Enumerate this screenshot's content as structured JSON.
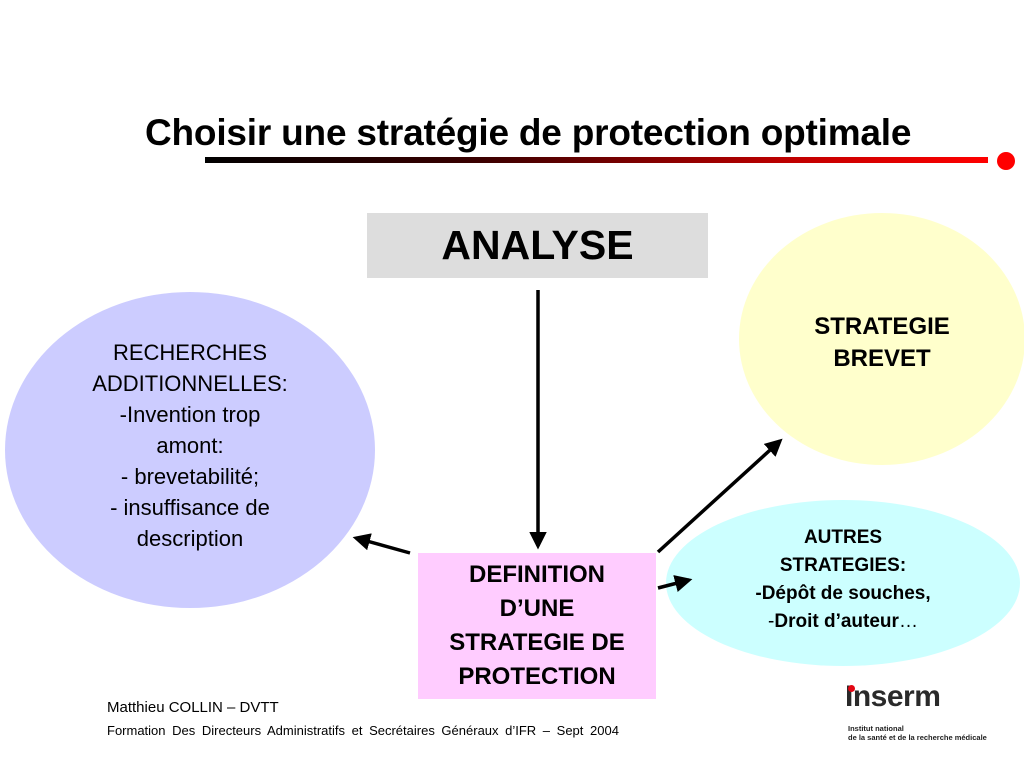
{
  "title": "Choisir une stratégie de protection optimale",
  "analyse": {
    "label": "ANALYSE"
  },
  "recherches": {
    "lines": [
      "RECHERCHES",
      "ADDITIONNELLES:",
      "-Invention trop",
      "amont:",
      "- brevetabilité;",
      "- insuffisance de",
      "description"
    ]
  },
  "brevet": {
    "lines": [
      "STRATEGIE",
      "BREVET"
    ]
  },
  "autres": {
    "lines": [
      "AUTRES",
      "STRATEGIES:",
      "-Dépôt de souches,"
    ],
    "last_prefix": "-",
    "last_bold": "Droit d’auteur",
    "last_suffix": "…"
  },
  "definition": {
    "lines": [
      "DEFINITION",
      "D’UNE",
      "STRATEGIE DE",
      "PROTECTION"
    ]
  },
  "footer": {
    "author": "Matthieu COLLIN – DVTT",
    "event": "Formation Des Directeurs Administratifs et Secrétaires Généraux d’IFR – Sept 2004"
  },
  "logo": {
    "word": "Inserm",
    "sub_line1": "Institut national",
    "sub_line2": "de la santé et de la recherche médicale"
  },
  "colors": {
    "accent_red": "#ff0000",
    "analyse_bg": "#dddddd",
    "recherches_bg": "#ccccff",
    "brevet_bg": "#ffffcc",
    "autres_bg": "#ccffff",
    "definition_bg": "#ffccff"
  }
}
